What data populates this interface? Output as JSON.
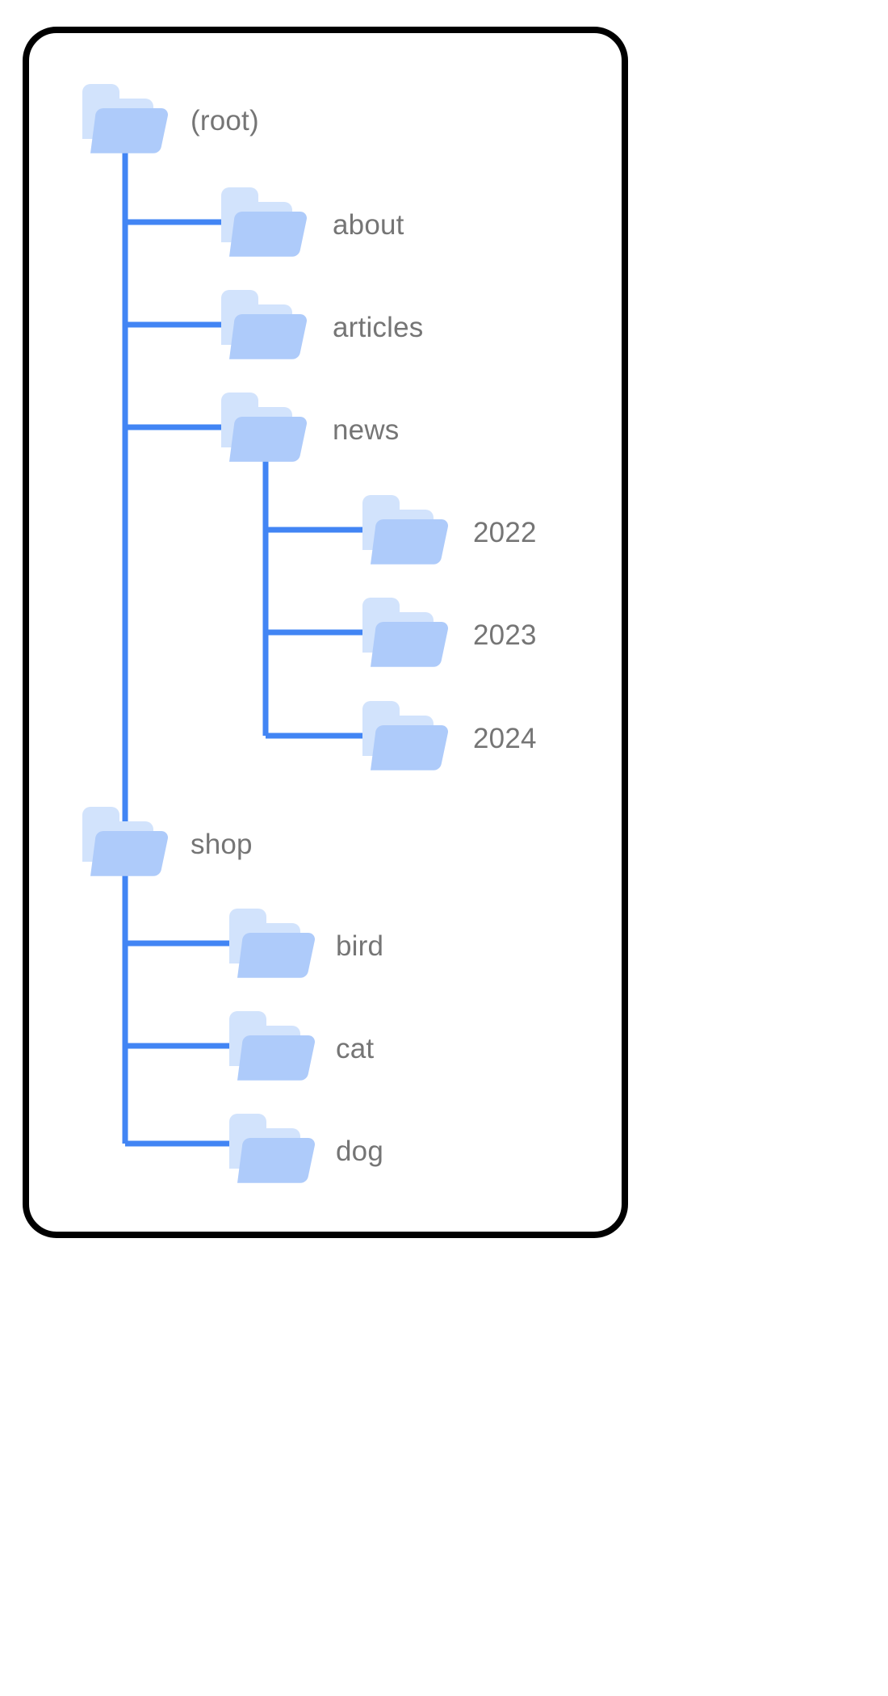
{
  "diagram": {
    "title": "folder-tree",
    "icon_name": "folder-icon",
    "colors": {
      "frame_border": "#000000",
      "connector": "#4285f4",
      "folder_front": "#aecbfa",
      "folder_mid": "#d2e3fc",
      "folder_back": "#d2e3fc",
      "label_text": "#757575",
      "background": "#ffffff"
    }
  },
  "tree": {
    "root": {
      "label": "(root)"
    },
    "nodes": [
      {
        "id": "root",
        "label": "(root)",
        "depth": 0,
        "parent": null
      },
      {
        "id": "about",
        "label": "about",
        "depth": 1,
        "parent": "root"
      },
      {
        "id": "articles",
        "label": "articles",
        "depth": 1,
        "parent": "root"
      },
      {
        "id": "news",
        "label": "news",
        "depth": 1,
        "parent": "root"
      },
      {
        "id": "2022",
        "label": "2022",
        "depth": 2,
        "parent": "news"
      },
      {
        "id": "2023",
        "label": "2023",
        "depth": 2,
        "parent": "news"
      },
      {
        "id": "2024",
        "label": "2024",
        "depth": 2,
        "parent": "news"
      },
      {
        "id": "shop",
        "label": "shop",
        "depth": 1,
        "parent": "root"
      },
      {
        "id": "bird",
        "label": "bird",
        "depth": 2,
        "parent": "shop"
      },
      {
        "id": "cat",
        "label": "cat",
        "depth": 2,
        "parent": "shop"
      },
      {
        "id": "dog",
        "label": "dog",
        "depth": 2,
        "parent": "shop"
      }
    ]
  },
  "labels": {
    "root": "(root)",
    "about": "about",
    "articles": "articles",
    "news": "news",
    "y2022": "2022",
    "y2023": "2023",
    "y2024": "2024",
    "shop": "shop",
    "bird": "bird",
    "cat": "cat",
    "dog": "dog"
  }
}
